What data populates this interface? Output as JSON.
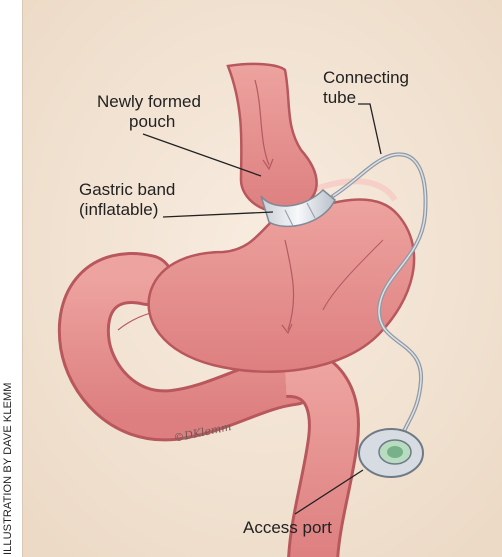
{
  "credit": "ILLUSTRATION BY DAVE KLEMM",
  "signature": "©DKlemm",
  "labels": {
    "connecting_tube_1": "Connecting",
    "connecting_tube_2": "tube",
    "pouch_1": "Newly formed",
    "pouch_2": "pouch",
    "band_1": "Gastric band",
    "band_2": "(inflatable)",
    "port": "Access port"
  },
  "colors": {
    "background": "#f3e5d5",
    "tissue": "#e79591",
    "tissue_dark": "#cf6f72",
    "band": "#eceef1",
    "tube": "#8f9aa6"
  }
}
